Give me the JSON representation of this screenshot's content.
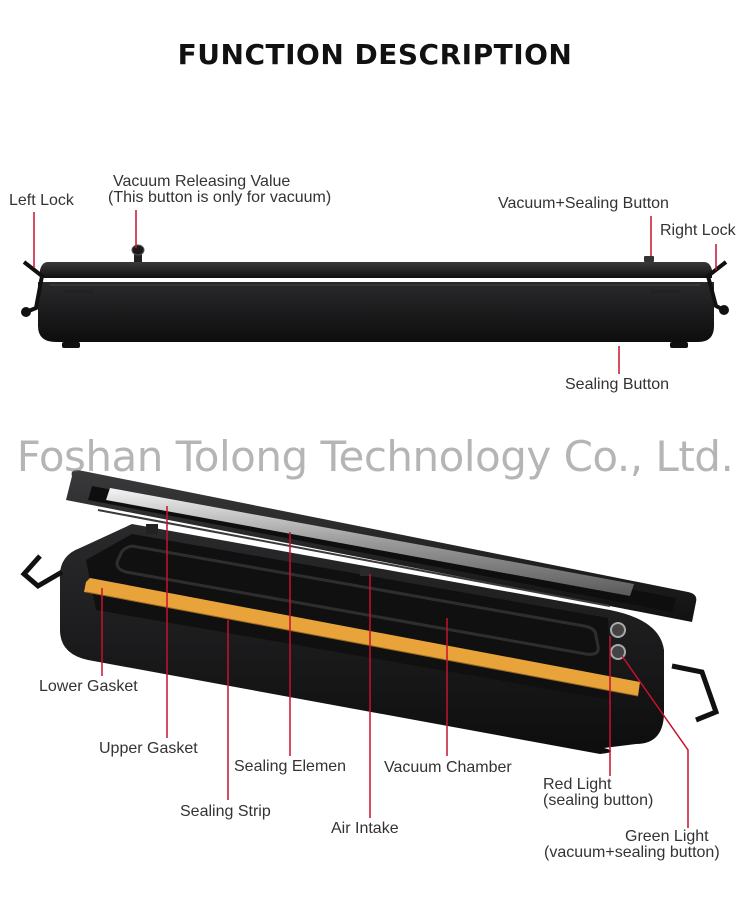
{
  "title": "FUNCTION DESCRIPTION",
  "watermark": "Foshan Tolong Technology Co., Ltd.",
  "colors": {
    "leader": "#c8102e",
    "gasket": "#e8a33a",
    "device": "#1b1b1d"
  },
  "top_labels": {
    "left_lock": "Left Lock",
    "vacuum_releasing_line1": "Vacuum Releasing Value",
    "vacuum_releasing_line2": "(This button is only for vacuum)",
    "vacuum_sealing_button": "Vacuum+Sealing Button",
    "right_lock": "Right Lock",
    "sealing_button": "Sealing Button"
  },
  "bottom_labels": {
    "lower_gasket": "Lower Gasket",
    "upper_gasket": "Upper Gasket",
    "sealing_elemen": "Sealing Elemen",
    "vacuum_chamber": "Vacuum Chamber",
    "sealing_strip": "Sealing Strip",
    "air_intake": "Air Intake",
    "red_light_line1": "Red Light",
    "red_light_line2": "(sealing button)",
    "green_light_line1": "Green Light",
    "green_light_line2": "(vacuum+sealing button)"
  }
}
